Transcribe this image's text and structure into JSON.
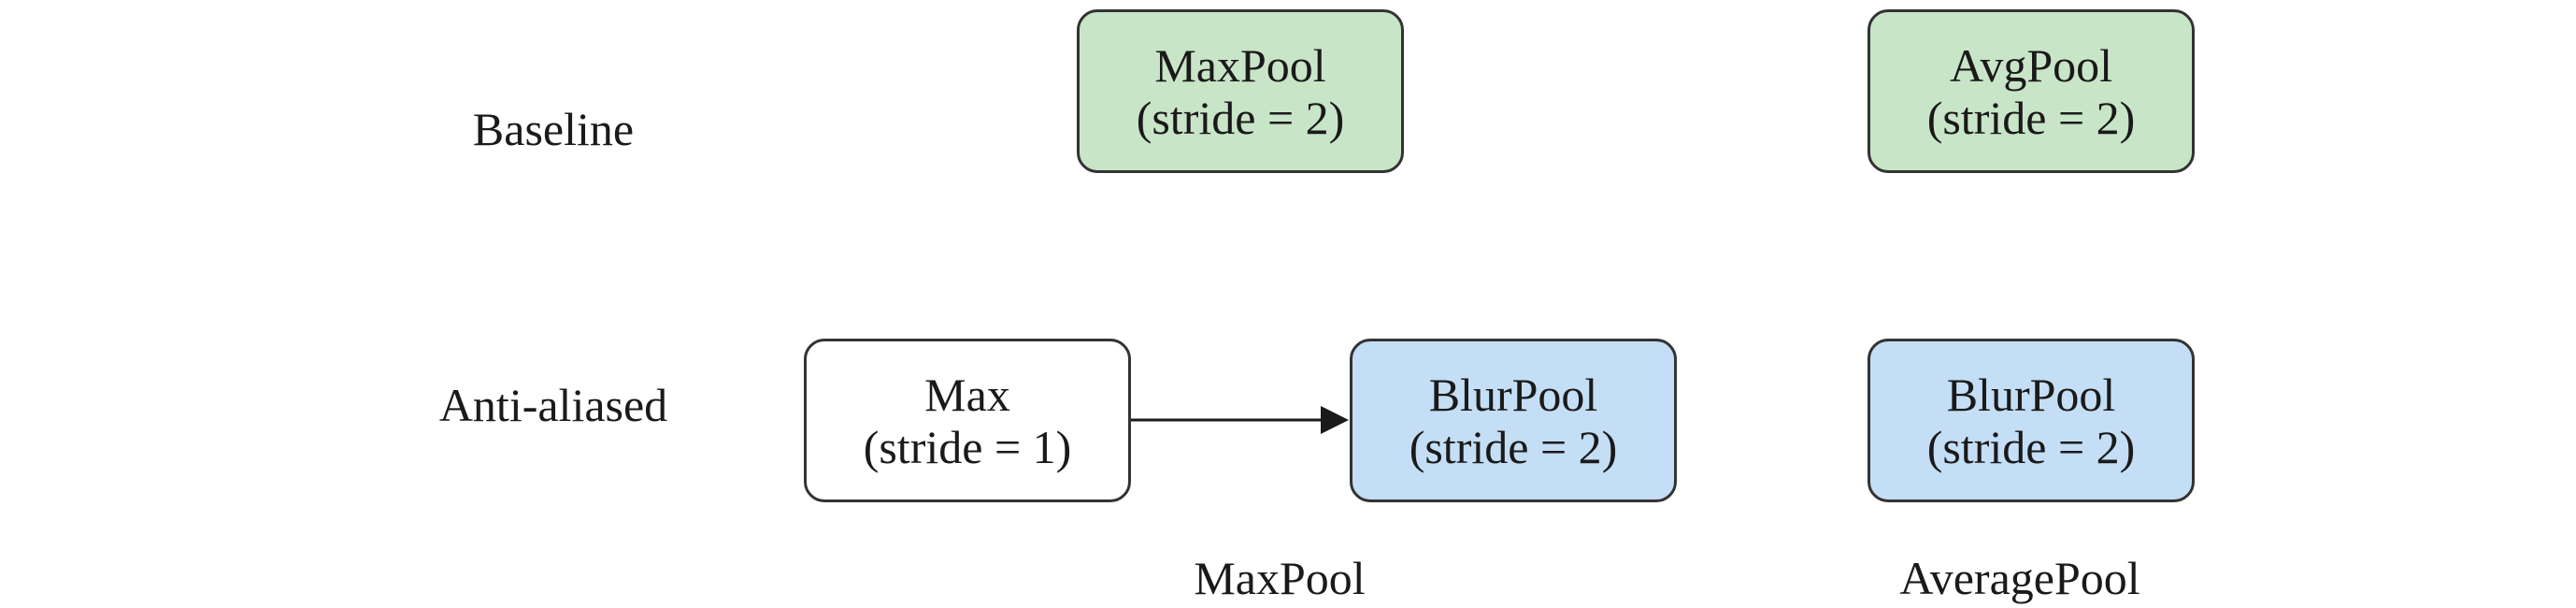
{
  "rows": {
    "baseline": "Baseline",
    "anti_aliased": "Anti-aliased"
  },
  "boxes": {
    "baseline_maxpool": {
      "line1": "MaxPool",
      "line2": "(stride = 2)",
      "color": "#c9e5c7"
    },
    "baseline_avgpool": {
      "line1": "AvgPool",
      "line2": "(stride = 2)",
      "color": "#c9e5c7"
    },
    "aa_max": {
      "line1": "Max",
      "line2": "(stride = 1)",
      "color": "#ffffff"
    },
    "aa_blurpool_max": {
      "line1": "BlurPool",
      "line2": "(stride = 2)",
      "color": "#c4def5"
    },
    "aa_blurpool_avg": {
      "line1": "BlurPool",
      "line2": "(stride = 2)",
      "color": "#c4def5"
    }
  },
  "columns": {
    "maxpool": "MaxPool",
    "averagepool": "AveragePool"
  }
}
